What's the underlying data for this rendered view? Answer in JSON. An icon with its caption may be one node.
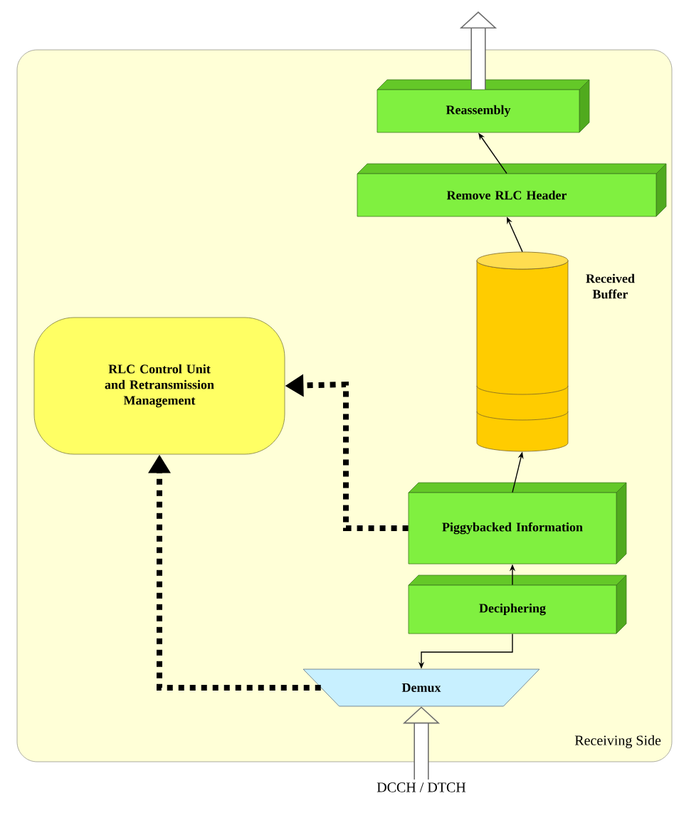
{
  "diagram": {
    "nodes": [
      {
        "text": [
          "Receiving Side"
        ]
      },
      {
        "text": [
          "Reassembly"
        ],
        "in": 0
      },
      {
        "text": [
          "Remove RLC Header"
        ],
        "in": 0
      },
      {
        "text": [],
        "shape": "cylinder",
        "beside": [
          "Received Buffer"
        ],
        "in": 0
      },
      {
        "text": [
          "RLC Control Unit and Retransmission Management"
        ],
        "in": 0
      },
      {
        "text": [
          "Piggybacked Information"
        ],
        "in": 0
      },
      {
        "text": [
          "Deciphering"
        ],
        "in": 0
      },
      {
        "text": [
          "Demux"
        ],
        "in": 0
      },
      {
        "text": [
          "DCCH / DTCH"
        ]
      }
    ],
    "edges": [
      {
        "from": 8,
        "to": 7,
        "arrow": "to",
        "style": "thick",
        "color": "#6e6e6e"
      },
      {
        "from": 6,
        "to": 7,
        "arrow": "to"
      },
      {
        "from": 6,
        "to": 5,
        "arrow": "to"
      },
      {
        "from": 5,
        "to": 3,
        "arrow": "to"
      },
      {
        "from": 3,
        "to": 2,
        "arrow": "to"
      },
      {
        "from": 2,
        "to": 1,
        "arrow": "to"
      },
      {
        "from": 1,
        "to": null,
        "arrow": "to",
        "style": "thick",
        "color": "#6e6e6e"
      },
      {
        "from": 5,
        "to": 4,
        "arrow": "to",
        "style": "dashed"
      },
      {
        "from": 7,
        "to": 4,
        "arrow": "to",
        "style": "dashed"
      }
    ]
  }
}
